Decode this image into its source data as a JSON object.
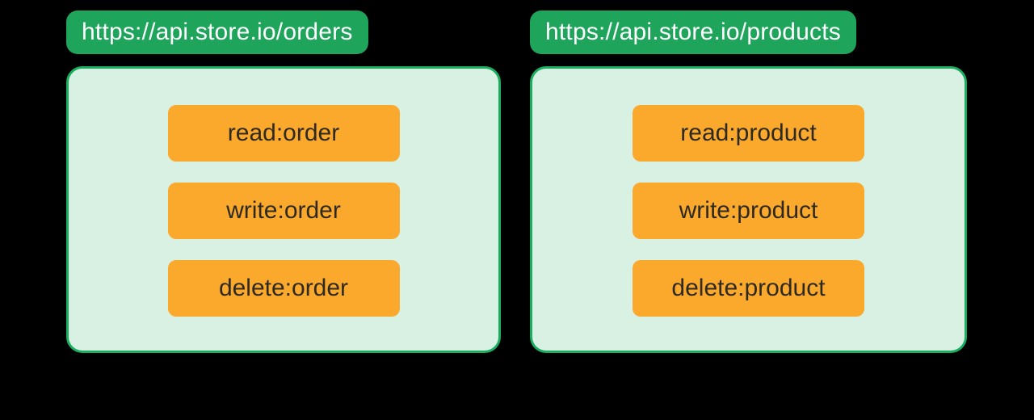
{
  "diagram": {
    "apis": [
      {
        "url": "https://api.store.io/orders",
        "scopes": [
          "read:order",
          "write:order",
          "delete:order"
        ]
      },
      {
        "url": "https://api.store.io/products",
        "scopes": [
          "read:product",
          "write:product",
          "delete:product"
        ]
      }
    ]
  },
  "colors": {
    "background": "#000000",
    "badge_green": "#1EA55B",
    "card_border_green": "#1BAE60",
    "card_fill_light_green": "#D9F1E3",
    "chip_orange": "#FBA92D",
    "chip_text": "#2E2A21",
    "badge_text": "#FFFFFF"
  }
}
